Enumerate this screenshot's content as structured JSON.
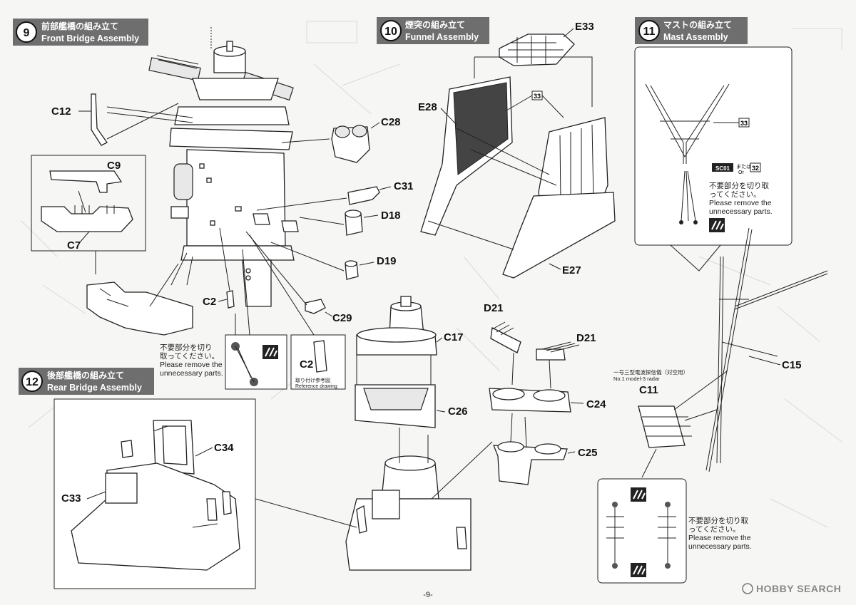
{
  "page_number": "-9-",
  "watermark": "HOBBY SEARCH",
  "steps": [
    {
      "number": "9",
      "title_jp": "前部艦橋の組み立て",
      "title_en": "Front Bridge Assembly"
    },
    {
      "number": "10",
      "title_jp": "煙突の組み立て",
      "title_en": "Funnel Assembly"
    },
    {
      "number": "11",
      "title_jp": "マストの組み立て",
      "title_en": "Mast Assembly"
    },
    {
      "number": "12",
      "title_jp": "後部艦橋の組み立て",
      "title_en": "Rear Bridge Assembly"
    }
  ],
  "parts": {
    "C12": "C12",
    "C9": "C9",
    "C7": "C7",
    "C28": "C28",
    "C31": "C31",
    "D18": "D18",
    "D19": "D19",
    "C2": "C2",
    "C29": "C29",
    "E33": "E33",
    "E28": "E28",
    "E27": "E27",
    "C17": "C17",
    "C26": "C26",
    "D21a": "D21",
    "D21b": "D21",
    "C24": "C24",
    "C25": "C25",
    "C15": "C15",
    "C11": "C11",
    "C34": "C34",
    "C33": "C33"
  },
  "notes": {
    "remove_jp_1": "不要部分を切り",
    "remove_jp_2": "取ってください。",
    "remove_en_1": "Please remove the",
    "remove_en_2": "unnecessary parts.",
    "mast_remove_jp_1": "不要部分を切り取",
    "mast_remove_jp_2": "ってください。",
    "mast_remove_en_1": "Please remove the",
    "mast_remove_en_2": "unnecessary parts.",
    "c11_remove_jp_1": "不要部分を切り取",
    "c11_remove_jp_2": "ってください。",
    "c11_remove_en_1": "Please remove the",
    "c11_remove_en_2": "unnecessary parts.",
    "ref_jp": "取り付け参考図",
    "ref_en": "Reference drawing",
    "c2_ref": "C2",
    "radar_jp": "一号三型電波探信儀（対空用）",
    "radar_en": "No.1 model-3 radar",
    "sc01": "SC01",
    "or_jp": "または",
    "or_en": "Or",
    "badge_33": "33",
    "badge_32": "32"
  }
}
